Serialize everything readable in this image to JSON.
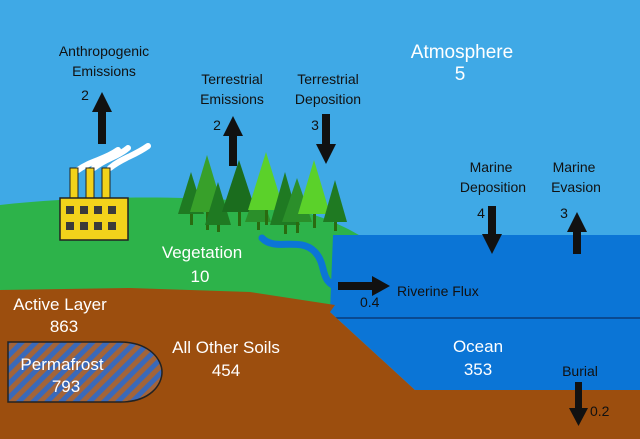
{
  "atmosphere": {
    "label": "Atmosphere",
    "value": "5"
  },
  "anthropogenic": {
    "label_line1": "Anthropogenic",
    "label_line2": "Emissions",
    "value": "2"
  },
  "terrestrial_emissions": {
    "label_line1": "Terrestrial",
    "label_line2": "Emissions",
    "value": "2"
  },
  "terrestrial_deposition": {
    "label_line1": "Terrestrial",
    "label_line2": "Deposition",
    "value": "3"
  },
  "marine_deposition": {
    "label_line1": "Marine",
    "label_line2": "Deposition",
    "value": "4"
  },
  "marine_evasion": {
    "label_line1": "Marine",
    "label_line2": "Evasion",
    "value": "3"
  },
  "vegetation": {
    "label": "Vegetation",
    "value": "10"
  },
  "riverine_flux": {
    "label": "Riverine Flux",
    "value": "0.4"
  },
  "active_layer": {
    "label": "Active Layer",
    "value": "863"
  },
  "permafrost": {
    "label": "Permafrost",
    "value": "793"
  },
  "other_soils": {
    "label": "All Other Soils",
    "value": "454"
  },
  "ocean": {
    "label": "Ocean",
    "value": "353"
  },
  "burial": {
    "label": "Burial",
    "value": "0.2"
  },
  "colors": {
    "sky": "#3fa9e6",
    "land": "#2db34a",
    "soil": "#9c4e0e",
    "ocean": "#0b75d6",
    "factory": "#f2d21b"
  }
}
